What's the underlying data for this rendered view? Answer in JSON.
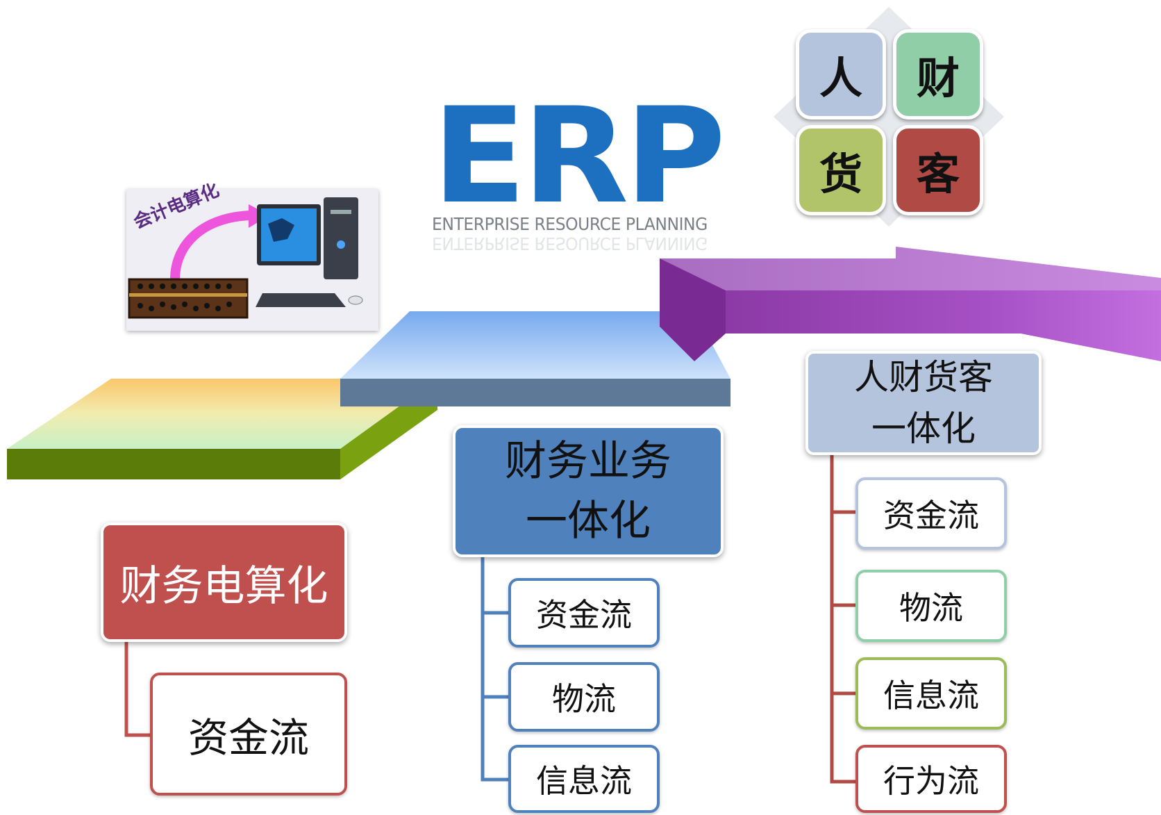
{
  "erp_logo": {
    "letters": "ERP",
    "subtitle": "ENTERPRISE RESOURCE PLANNING"
  },
  "clipart": {
    "label": "会计电算化"
  },
  "grid": {
    "tiles": [
      {
        "text": "人",
        "color": "#b4c4dd"
      },
      {
        "text": "财",
        "color": "#8fcea6"
      },
      {
        "text": "货",
        "color": "#b2c46a"
      },
      {
        "text": "客",
        "color": "#b04a45"
      }
    ]
  },
  "stages": [
    {
      "title": "财务电算化",
      "color": "#c0504d",
      "children": [
        "资金流"
      ]
    },
    {
      "title": "财务业务\n一体化",
      "color": "#4f81bd",
      "children": [
        "资金流",
        "物流",
        "信息流"
      ]
    },
    {
      "title": "人财货客\n一体化",
      "color": "#b4c4dd",
      "children": [
        "资金流",
        "物流",
        "信息流",
        "行为流"
      ]
    }
  ],
  "colors": {
    "red": "#c0504d",
    "blue": "#4f81bd",
    "green_border": "#9bbb59",
    "teal_border": "#8fcea6",
    "lavender_border": "#b4c4dd",
    "purple": "#8e3aa8"
  }
}
